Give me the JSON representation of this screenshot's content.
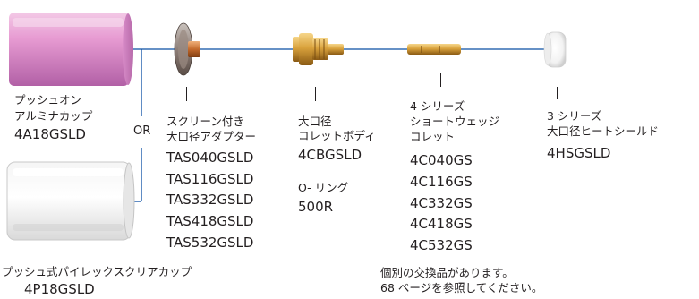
{
  "colors": {
    "axis_line": "#0a4fa3",
    "text": "#231f20"
  },
  "parts": {
    "pushon_cup": {
      "label_lines": [
        "プッシュオン",
        "アルミナカップ"
      ],
      "part_number": "4A18GSLD"
    },
    "or_label": "OR",
    "pyrex_cup": {
      "label": "プッシュ式パイレックスクリアカップ",
      "part_number": "4P18GSLD"
    },
    "screen_adapter": {
      "label_lines": [
        "スクリーン付き",
        "大口径アダプター"
      ],
      "part_numbers": [
        "TAS040GSLD",
        "TAS116GSLD",
        "TAS332GSLD",
        "TAS418GSLD",
        "TAS532GSLD"
      ]
    },
    "collet_body": {
      "label_lines": [
        "大口径",
        "コレットボディ"
      ],
      "part_number": "4CBGSLD",
      "oring_label": "O- リング",
      "oring_part_number": "500R"
    },
    "wedge_collet": {
      "label_lines": [
        "4 シリーズ",
        "ショートウェッジ",
        "コレット"
      ],
      "part_numbers": [
        "4C040GS",
        "4C116GS",
        "4C332GS",
        "4C418GS",
        "4C532GS"
      ]
    },
    "heat_shield": {
      "label_lines": [
        "3 シリーズ",
        "大口径ヒートシールド"
      ],
      "part_number": "4HSGSLD"
    }
  },
  "note_lines": [
    "個別の交換品があります。",
    "68 ページを参照してください。"
  ]
}
